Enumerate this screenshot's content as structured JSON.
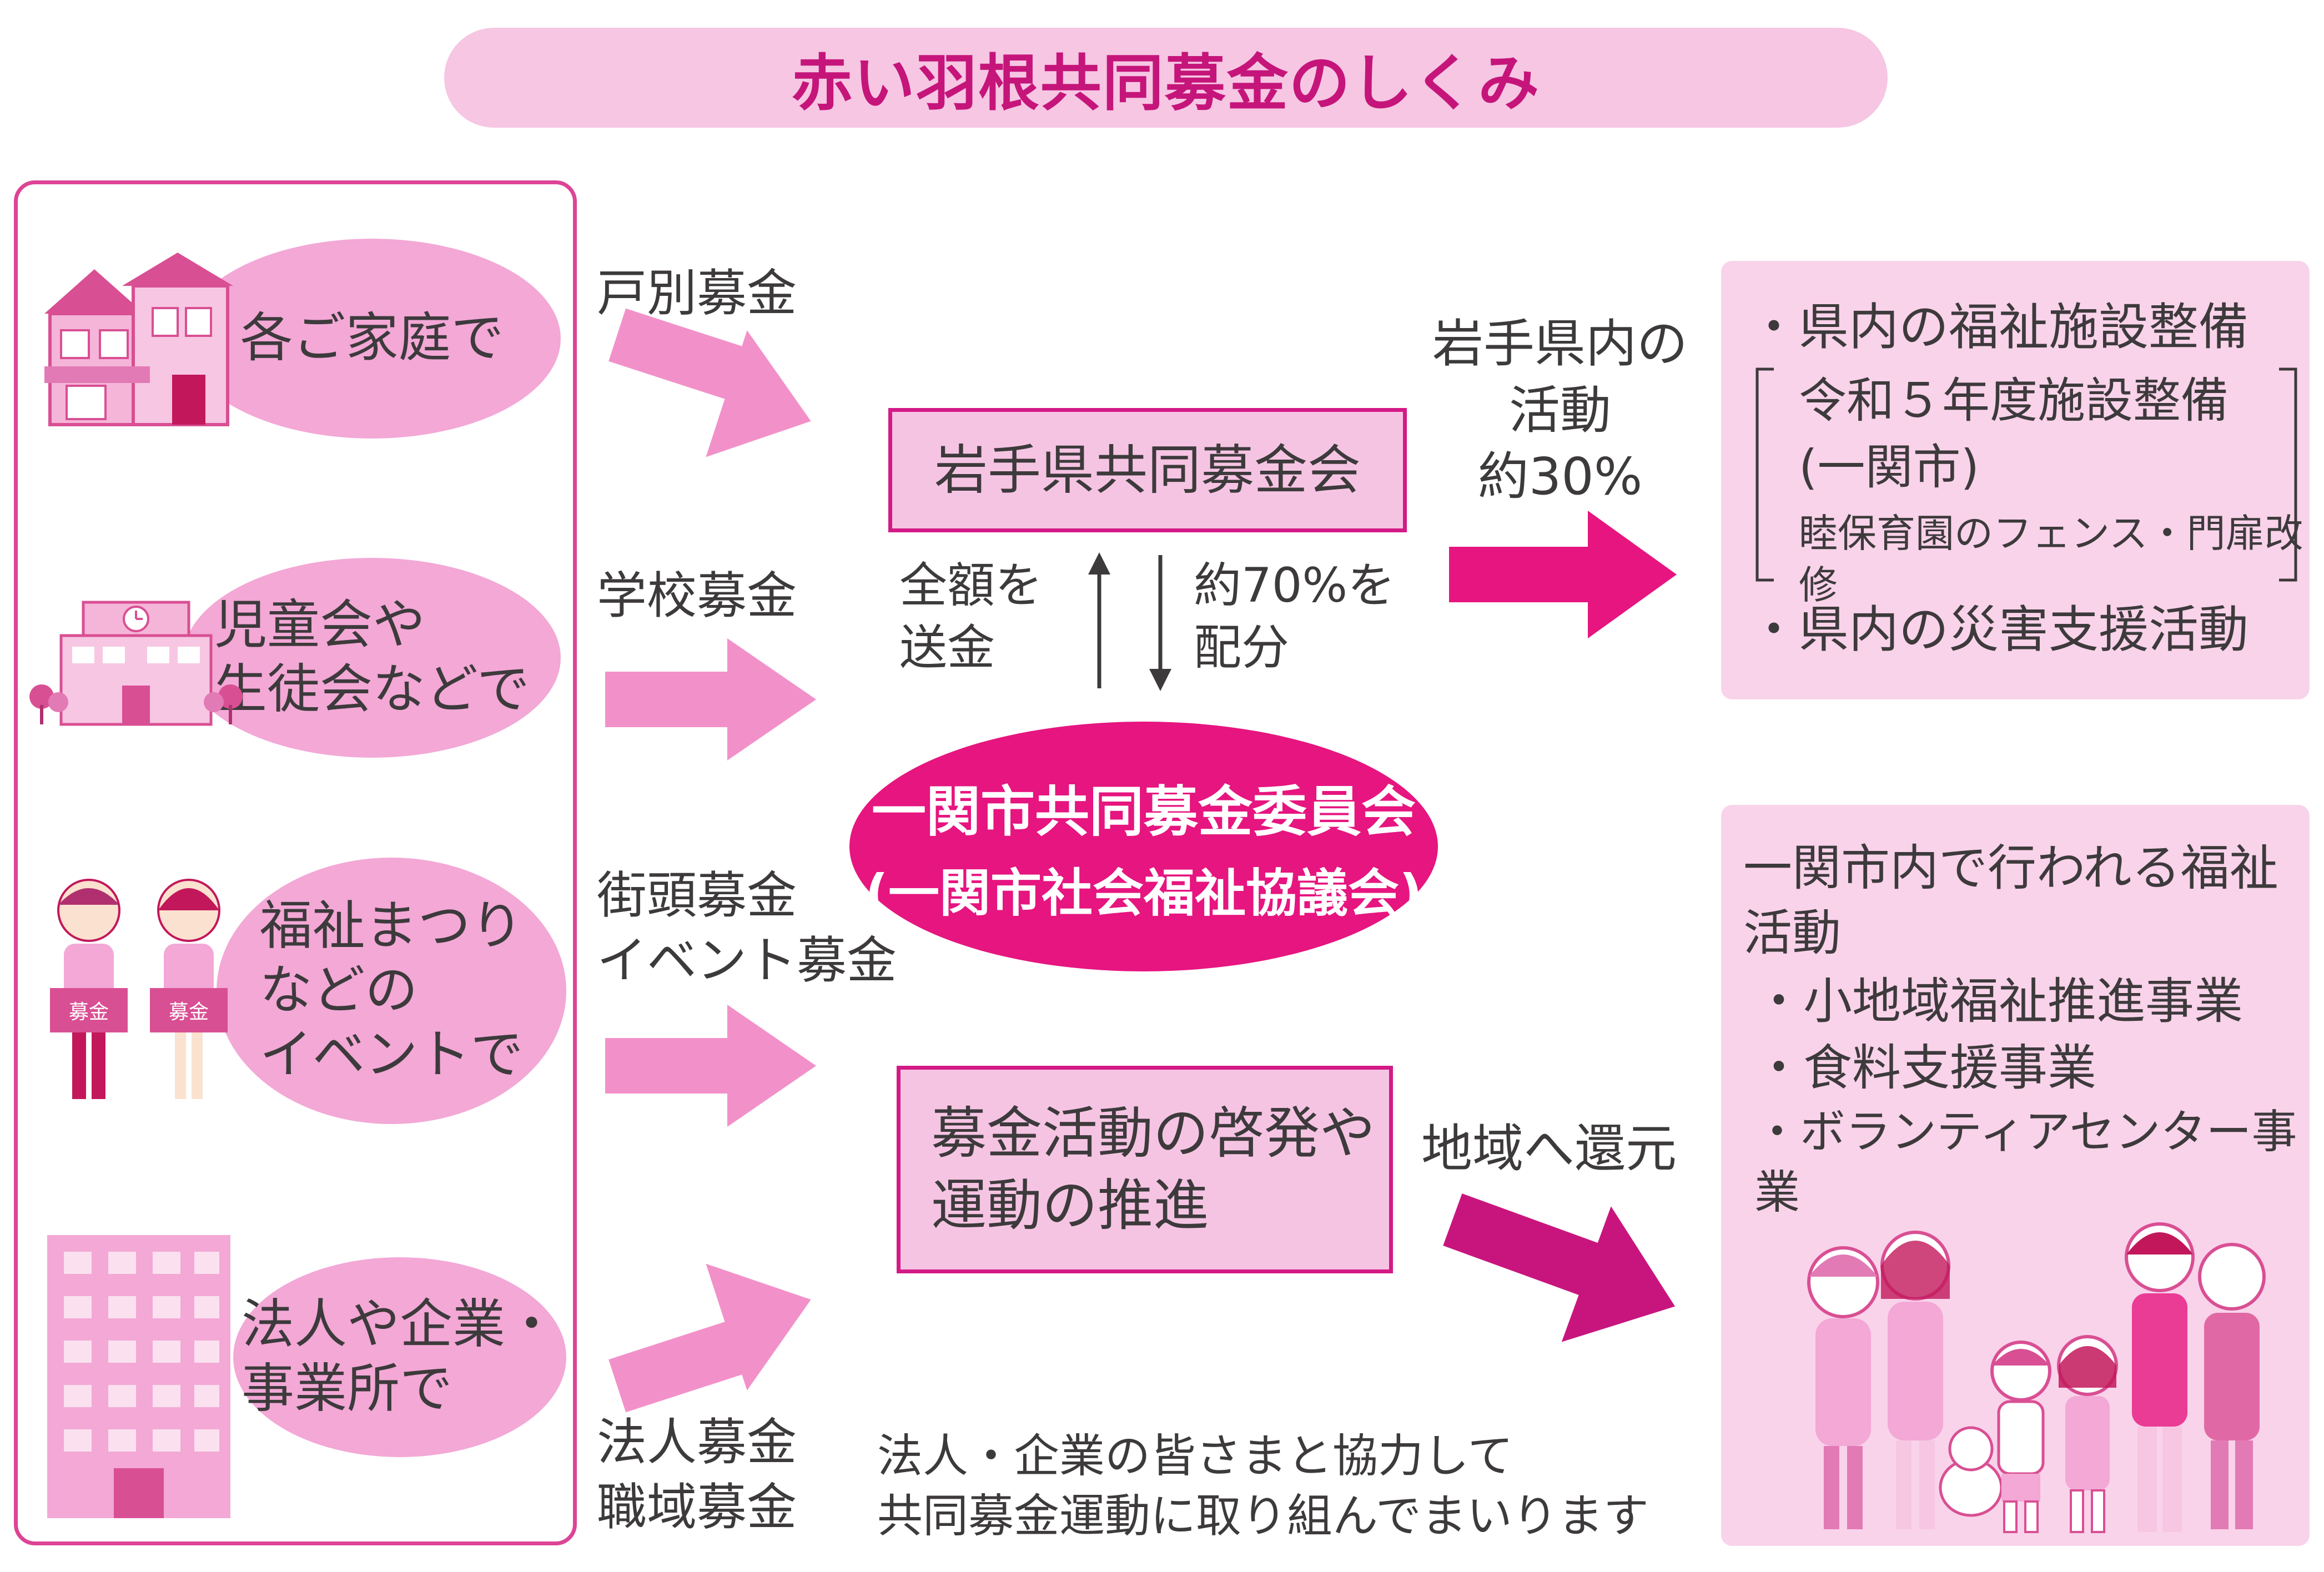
{
  "title": "赤い羽根共同募金のしくみ",
  "sources": [
    {
      "label": "各ご家庭で",
      "icon": "house-icon"
    },
    {
      "label": "児童会や\n生徒会などで",
      "icon": "school-icon"
    },
    {
      "label": "福祉まつり\nなどの\nイベントで",
      "icon": "event-people-icon",
      "box_text": "募金"
    },
    {
      "label": "法人や企業・\n事業所で",
      "icon": "office-building-icon"
    }
  ],
  "methods": [
    "戸別募金",
    "学校募金",
    "街頭募金\nイベント募金",
    "法人募金\n職域募金"
  ],
  "prefecture_org": "岩手県共同募金会",
  "send_up": "全額を\n送金",
  "allocate_down": "約70%を\n配分",
  "center_org": {
    "line1": "一関市共同募金委員会",
    "line2": "(一関市社会福祉協議会)"
  },
  "promotion": "募金活動の啓発や\n運動の推進",
  "pref_activity": "岩手県内の\n活動\n約30%",
  "return_label": "地域へ還元",
  "pref_results": {
    "item1": "・県内の福祉施設整備",
    "sub1": "令和５年度施設整備",
    "sub2": "(一関市)",
    "sub3": "睦保育園のフェンス・門扉改修",
    "item2": "・県内の災害支援活動"
  },
  "city_results": {
    "heading": "一関市内で行われる福祉\n活動",
    "items": [
      "・小地域福祉推進事業",
      "・食料支援事業",
      "・ボランティアセンター事業"
    ]
  },
  "footer_note": "法人・企業の皆さまと協力して\n共同募金運動に取り組んでまいります",
  "colors": {
    "magenta": "#e6157f",
    "pink_arrow": "#f291c9",
    "deep_arrow": "#c8157d",
    "bubble": "#f3a8d6",
    "panel": "#f9d3ea",
    "title_text": "#c5157a"
  }
}
